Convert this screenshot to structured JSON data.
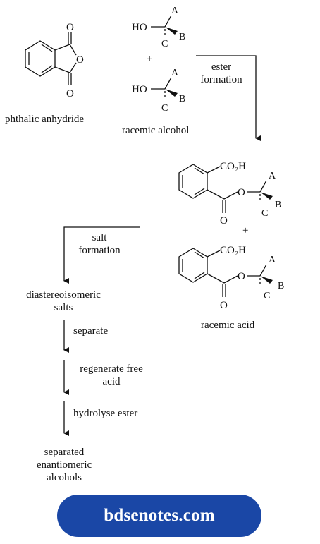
{
  "reagents": {
    "anhydride_label": "phthalic anhydride",
    "alcohol_label": "racemic alcohol",
    "plus": "+"
  },
  "atoms": {
    "O": "O",
    "HO": "HO",
    "A": "A",
    "B": "B",
    "C": "C",
    "CO2H": "CO₂H"
  },
  "steps": {
    "ester_formation": [
      "ester",
      "formation"
    ],
    "salt_formation": [
      "salt",
      "formation"
    ],
    "separate": "separate",
    "regenerate": [
      "regenerate free",
      "acid"
    ],
    "hydrolyse": "hydrolyse ester"
  },
  "intermediates": {
    "acid_label": "racemic acid",
    "salts": [
      "diastereoisomeric",
      "salts"
    ],
    "product": [
      "separated",
      "enantiomeric",
      "alcohols"
    ]
  },
  "footer": {
    "site": "bdsenotes.com",
    "button_color": "#1a47a6"
  }
}
